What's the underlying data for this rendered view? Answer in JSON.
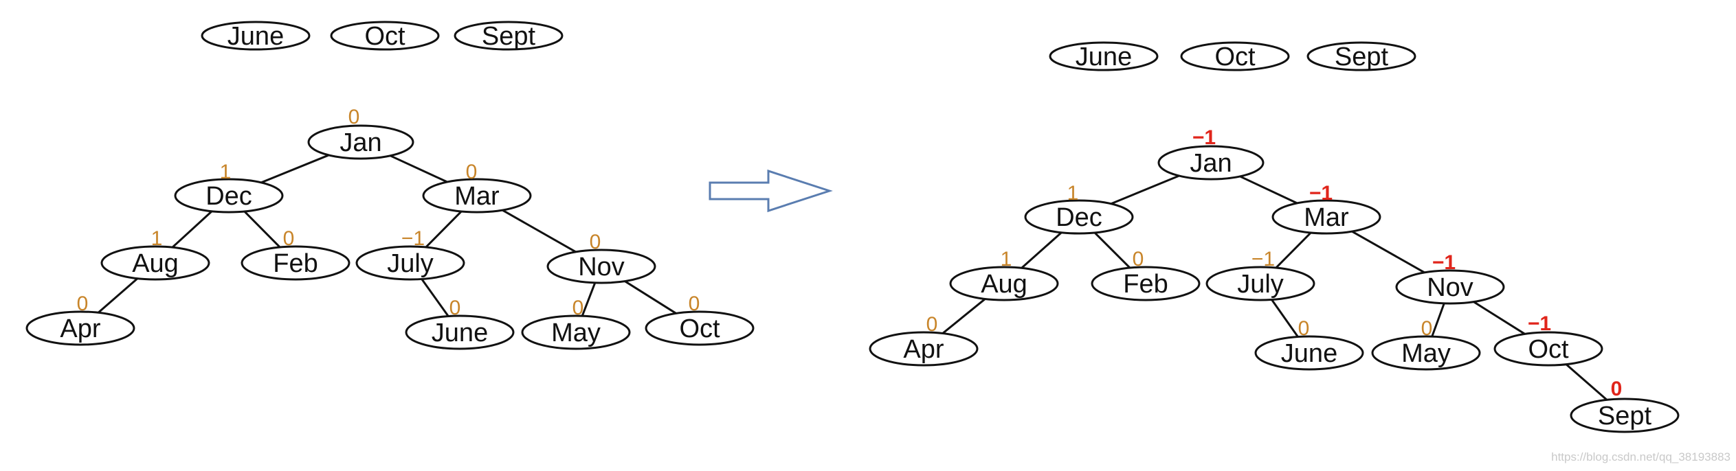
{
  "colors": {
    "edge": "#111111",
    "node_stroke": "#111111",
    "bf_before": "#c8852a",
    "bf_after_changed": "#e0251b",
    "arrow": "#5a7db0"
  },
  "left": {
    "queue": [
      "June",
      "Oct",
      "Sept"
    ],
    "nodes": [
      {
        "id": "jan",
        "label": "Jan",
        "bf": "0"
      },
      {
        "id": "dec",
        "label": "Dec",
        "bf": "1"
      },
      {
        "id": "mar",
        "label": "Mar",
        "bf": "0"
      },
      {
        "id": "aug",
        "label": "Aug",
        "bf": "1"
      },
      {
        "id": "feb",
        "label": "Feb",
        "bf": "0"
      },
      {
        "id": "july",
        "label": "July",
        "bf": "−1"
      },
      {
        "id": "nov",
        "label": "Nov",
        "bf": "0"
      },
      {
        "id": "apr",
        "label": "Apr",
        "bf": "0"
      },
      {
        "id": "june",
        "label": "June",
        "bf": "0"
      },
      {
        "id": "may",
        "label": "May",
        "bf": "0"
      },
      {
        "id": "oct",
        "label": "Oct",
        "bf": "0"
      }
    ],
    "edges": [
      [
        "jan",
        "dec"
      ],
      [
        "jan",
        "mar"
      ],
      [
        "dec",
        "aug"
      ],
      [
        "dec",
        "feb"
      ],
      [
        "mar",
        "july"
      ],
      [
        "mar",
        "nov"
      ],
      [
        "aug",
        "apr"
      ],
      [
        "july",
        "june"
      ],
      [
        "nov",
        "may"
      ],
      [
        "nov",
        "oct"
      ]
    ]
  },
  "right": {
    "queue": [
      "June",
      "Oct",
      "Sept"
    ],
    "nodes": [
      {
        "id": "jan",
        "label": "Jan",
        "bf": "−1",
        "changed": true
      },
      {
        "id": "dec",
        "label": "Dec",
        "bf": "1",
        "changed": false
      },
      {
        "id": "mar",
        "label": "Mar",
        "bf": "−1",
        "changed": true
      },
      {
        "id": "aug",
        "label": "Aug",
        "bf": "1",
        "changed": false
      },
      {
        "id": "feb",
        "label": "Feb",
        "bf": "0",
        "changed": false
      },
      {
        "id": "july",
        "label": "July",
        "bf": "−1",
        "changed": false
      },
      {
        "id": "nov",
        "label": "Nov",
        "bf": "−1",
        "changed": true
      },
      {
        "id": "apr",
        "label": "Apr",
        "bf": "0",
        "changed": false
      },
      {
        "id": "june",
        "label": "June",
        "bf": "0",
        "changed": false
      },
      {
        "id": "may",
        "label": "May",
        "bf": "0",
        "changed": false
      },
      {
        "id": "oct",
        "label": "Oct",
        "bf": "−1",
        "changed": true
      },
      {
        "id": "sept",
        "label": "Sept",
        "bf": "0",
        "changed": true
      }
    ],
    "edges": [
      [
        "jan",
        "dec"
      ],
      [
        "jan",
        "mar"
      ],
      [
        "dec",
        "aug"
      ],
      [
        "dec",
        "feb"
      ],
      [
        "mar",
        "july"
      ],
      [
        "mar",
        "nov"
      ],
      [
        "aug",
        "apr"
      ],
      [
        "july",
        "june"
      ],
      [
        "nov",
        "may"
      ],
      [
        "nov",
        "oct"
      ],
      [
        "oct",
        "sept"
      ]
    ]
  },
  "watermark": "https://blog.csdn.net/qq_38193883"
}
